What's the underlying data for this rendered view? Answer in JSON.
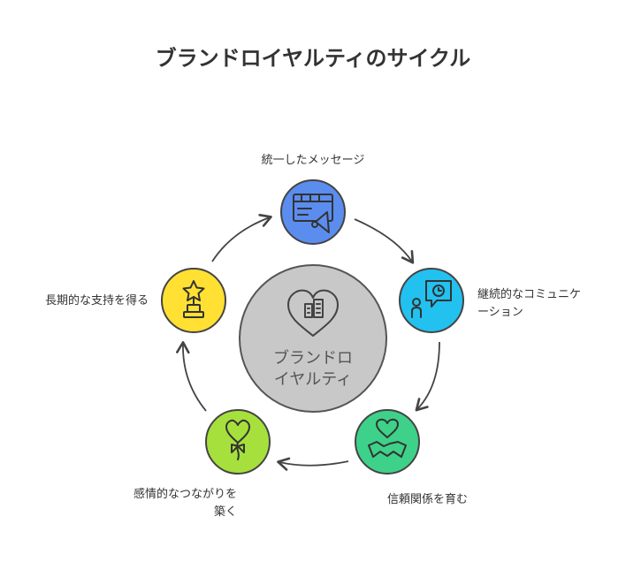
{
  "title": "ブランドロイヤルティのサイクル",
  "center": {
    "label_line1": "ブランドロ",
    "label_line2": "イヤルティ",
    "icon": "building-heart-icon",
    "color": "#c8c8c8"
  },
  "steps": [
    {
      "label": "統一したメッセージ",
      "icon": "billboard-megaphone-icon",
      "color": "#5b8def"
    },
    {
      "label_line1": "継続的なコミュニケ",
      "label_line2": "ーション",
      "icon": "person-clock-speech-icon",
      "color": "#22c1f0"
    },
    {
      "label": "信頼関係を育む",
      "icon": "handshake-heart-icon",
      "color": "#3ed18a"
    },
    {
      "label_line1": "感情的なつながりを",
      "label_line2": "築く",
      "icon": "heart-balloon-icon",
      "color": "#a6e03c"
    },
    {
      "label": "長期的な支持を得る",
      "icon": "star-trophy-icon",
      "color": "#ffe033"
    }
  ]
}
